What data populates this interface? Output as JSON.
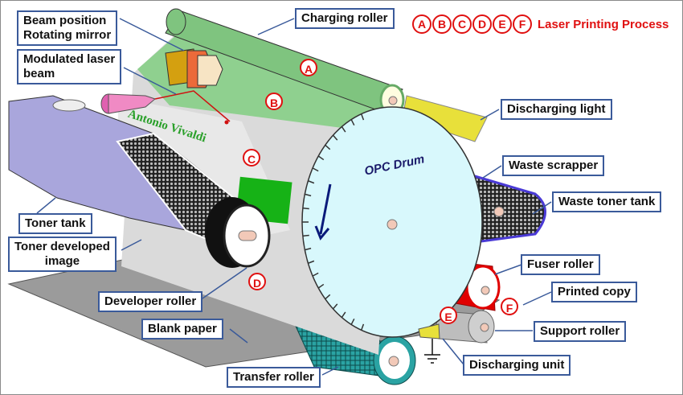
{
  "title": "Laser Printing Process",
  "legend": {
    "steps": [
      "A",
      "B",
      "C",
      "D",
      "E",
      "F"
    ],
    "title": "Laser Printing Process",
    "color": "#e01010"
  },
  "labels": {
    "beam_position": "Beam position",
    "rotating_mirror": "Rotating mirror",
    "modulated_laser_1": "Modulated laser",
    "modulated_laser_2": "beam",
    "charging_roller": "Charging roller",
    "discharging_light": "Discharging light",
    "waste_scrapper": "Waste scrapper",
    "waste_toner_tank": "Waste toner tank",
    "toner_tank": "Toner tank",
    "toner_developed_1": "Toner developed",
    "toner_developed_2": "image",
    "fuser_roller": "Fuser roller",
    "printed_copy": "Printed copy",
    "support_roller": "Support roller",
    "developer_roller": "Developer roller",
    "blank_paper": "Blank paper",
    "discharging_unit": "Discharging unit",
    "transfer_roller": "Transfer roller"
  },
  "drum_label": "OPC Drum",
  "page_text": "Antonio Vivaldi",
  "step_markers": {
    "A": "A",
    "B": "B",
    "C": "C",
    "D": "D",
    "E": "E",
    "F": "F"
  },
  "colors": {
    "label_border": "#3a5a9a",
    "drum": "#d8f8fc",
    "charging_roller": "#7fc47f",
    "toner_tank": "#a9a6dc",
    "fuser": "#e00000",
    "transfer_roller": "#2aa3a3",
    "paper": "#9a9a9a"
  }
}
